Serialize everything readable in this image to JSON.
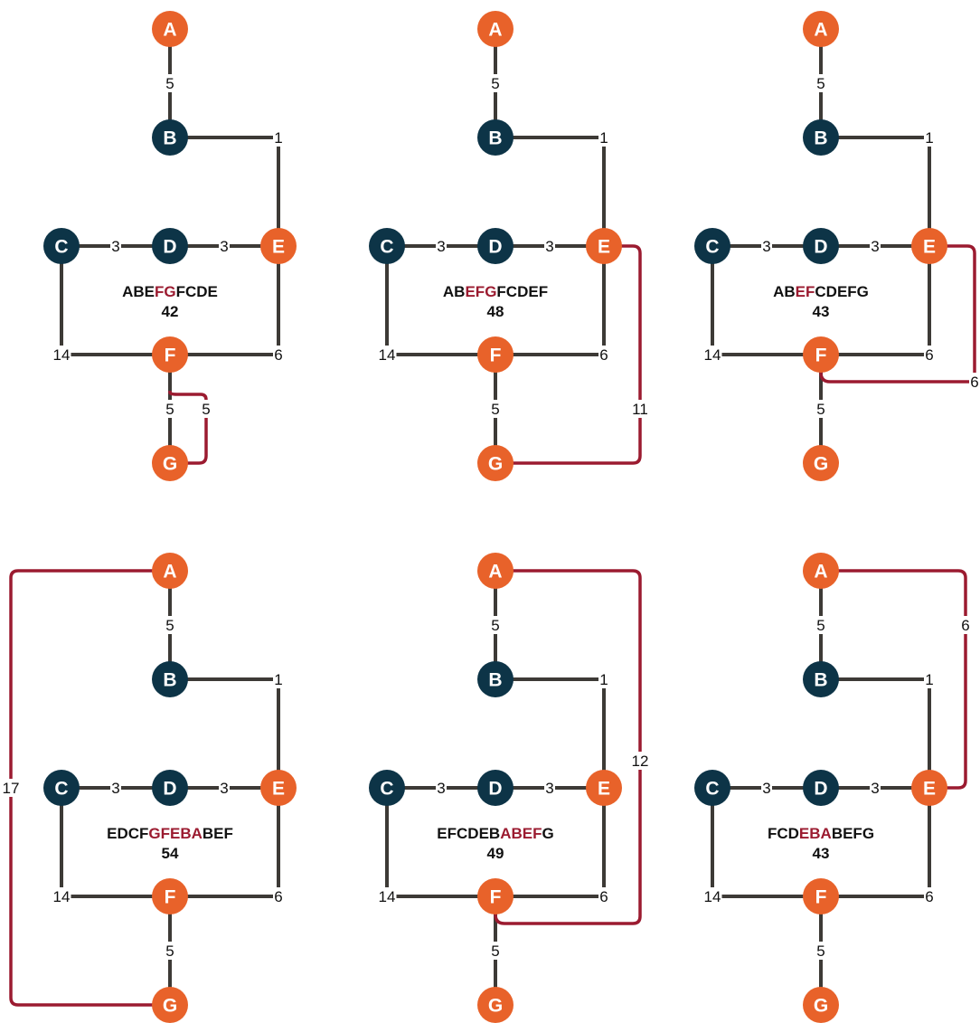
{
  "colors": {
    "light_node": "#e8622a",
    "dark_node": "#0d3447",
    "edge": "#3d3a36",
    "highlight": "#9b1b30",
    "text": "#111111"
  },
  "base_graph": {
    "nodes": [
      {
        "id": "A",
        "tone": "light"
      },
      {
        "id": "B",
        "tone": "dark"
      },
      {
        "id": "C",
        "tone": "dark"
      },
      {
        "id": "D",
        "tone": "dark"
      },
      {
        "id": "E",
        "tone": "light"
      },
      {
        "id": "F",
        "tone": "light"
      },
      {
        "id": "G",
        "tone": "light"
      }
    ],
    "edges": [
      {
        "from": "A",
        "to": "B",
        "weight": "5"
      },
      {
        "from": "B",
        "to": "E",
        "weight": "1"
      },
      {
        "from": "C",
        "to": "D",
        "weight": "3"
      },
      {
        "from": "D",
        "to": "E",
        "weight": "3"
      },
      {
        "from": "C",
        "to": "F",
        "weight": "14"
      },
      {
        "from": "E",
        "to": "F",
        "weight": "6"
      },
      {
        "from": "F",
        "to": "G",
        "weight": "5"
      }
    ]
  },
  "panels": [
    {
      "extra_edge": {
        "from": "F",
        "to": "G",
        "weight": "5"
      },
      "route_parts": [
        {
          "text": "ABE",
          "highlight": false
        },
        {
          "text": "FG",
          "highlight": true
        },
        {
          "text": "FCDE",
          "highlight": false
        }
      ],
      "total": "42"
    },
    {
      "extra_edge": {
        "from": "E",
        "to": "G",
        "weight": "11"
      },
      "route_parts": [
        {
          "text": "AB",
          "highlight": false
        },
        {
          "text": "EFG",
          "highlight": true
        },
        {
          "text": "FCDEF",
          "highlight": false
        }
      ],
      "total": "48"
    },
    {
      "extra_edge": {
        "from": "E",
        "to": "F",
        "weight": "6"
      },
      "route_parts": [
        {
          "text": "AB",
          "highlight": false
        },
        {
          "text": "EF",
          "highlight": true
        },
        {
          "text": "CDEFG",
          "highlight": false
        }
      ],
      "total": "43"
    },
    {
      "extra_edge": {
        "from": "A",
        "to": "G",
        "weight": "17"
      },
      "route_parts": [
        {
          "text": "EDCF",
          "highlight": false
        },
        {
          "text": "GFEBA",
          "highlight": true
        },
        {
          "text": "BEF",
          "highlight": false
        }
      ],
      "total": "54"
    },
    {
      "extra_edge": {
        "from": "A",
        "to": "F",
        "weight": "12"
      },
      "route_parts": [
        {
          "text": "EFCDEB",
          "highlight": false
        },
        {
          "text": "ABEF",
          "highlight": true
        },
        {
          "text": "G",
          "highlight": false
        }
      ],
      "total": "49"
    },
    {
      "extra_edge": {
        "from": "A",
        "to": "E",
        "weight": "6"
      },
      "route_parts": [
        {
          "text": "FCD",
          "highlight": false
        },
        {
          "text": "EBA",
          "highlight": true
        },
        {
          "text": "BEFG",
          "highlight": false
        }
      ],
      "total": "43"
    }
  ]
}
